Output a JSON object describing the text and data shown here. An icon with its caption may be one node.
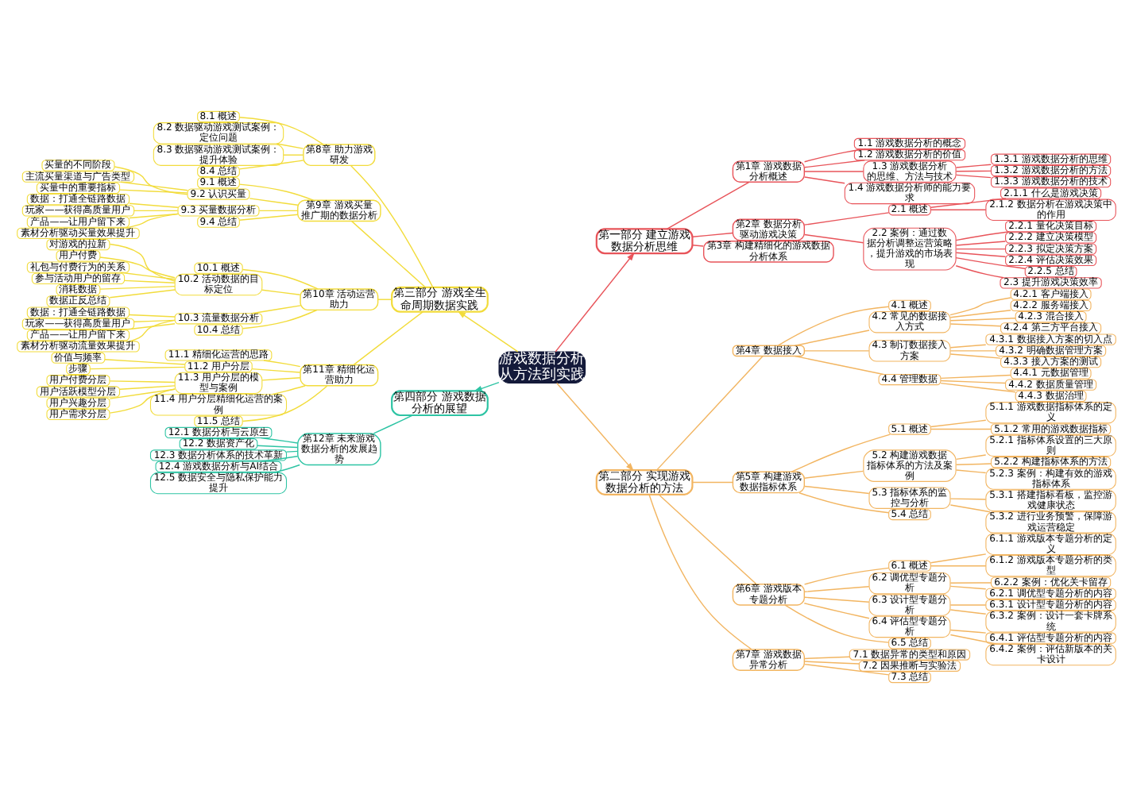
{
  "diagram": {
    "nodes": [
      {
        "text": [
          "游戏数据分析从方法到实践"
        ]
      },
      {
        "text": [
          "第一部分 建立游戏数据分析思维"
        ]
      },
      {
        "text": [
          "第1章 游戏数据分析概述"
        ]
      },
      {
        "text": [
          "1.1 游戏数据分析的概念"
        ]
      },
      {
        "text": [
          "1.2 游戏数据分析的价值"
        ]
      },
      {
        "text": [
          "1.3 游戏数据分析的思维、方法与技术"
        ]
      },
      {
        "text": [
          "1.3.1 游戏数据分析的思维"
        ]
      },
      {
        "text": [
          "1.3.2 游戏数据分析的方法"
        ]
      },
      {
        "text": [
          "1.3.3 游戏数据分析的技术"
        ]
      },
      {
        "text": [
          "1.4 游戏数据分析师的能力要求"
        ]
      },
      {
        "text": [
          "第2章 数据分析驱动游戏决策"
        ]
      },
      {
        "text": [
          "2.1 概述"
        ]
      },
      {
        "text": [
          "2.1.1 什么是游戏决策"
        ]
      },
      {
        "text": [
          "2.1.2 数据分析在游戏决策中的作用"
        ]
      },
      {
        "text": [
          "2.2 案例：通过数据分析调整运营策略，提升游戏的市场表现"
        ]
      },
      {
        "text": [
          "2.2.1 量化决策目标"
        ]
      },
      {
        "text": [
          "2.2.2 建立决策模型"
        ]
      },
      {
        "text": [
          "2.2.3 拟定决策方案"
        ]
      },
      {
        "text": [
          "2.2.4 评估决策效果"
        ]
      },
      {
        "text": [
          "2.2.5 总结"
        ]
      },
      {
        "text": [
          "2.3 提升游戏决策效率"
        ]
      },
      {
        "text": [
          "第3章 构建精细化的游戏数据分析体系"
        ]
      },
      {
        "text": [
          "第二部分 实现游戏数据分析的方法"
        ]
      },
      {
        "text": [
          "第4章 数据接入"
        ]
      },
      {
        "text": [
          "4.1 概述"
        ]
      },
      {
        "text": [
          "4.2 常见的数据接入方式"
        ]
      },
      {
        "text": [
          "4.2.1 客户端接入"
        ]
      },
      {
        "text": [
          "4.2.2 服务端接入"
        ]
      },
      {
        "text": [
          "4.2.3 混合接入"
        ]
      },
      {
        "text": [
          "4.2.4 第三方平台接入"
        ]
      },
      {
        "text": [
          "4.3 制订数据接入方案"
        ]
      },
      {
        "text": [
          "4.3.1 数据接入方案的切入点"
        ]
      },
      {
        "text": [
          "4.3.2 明确数据管理方案"
        ]
      },
      {
        "text": [
          "4.3.3 接入方案的测试"
        ]
      },
      {
        "text": [
          "4.4 管理数据"
        ]
      },
      {
        "text": [
          "4.4.1 元数据管理"
        ]
      },
      {
        "text": [
          "4.4.2 数据质量管理"
        ]
      },
      {
        "text": [
          "4.4.3 数据治理"
        ]
      },
      {
        "text": [
          "第5章 构建游戏数据指标体系"
        ]
      },
      {
        "text": [
          "5.1 概述"
        ]
      },
      {
        "text": [
          "5.1.1 游戏数据指标体系的定义"
        ]
      },
      {
        "text": [
          "5.1.2 常用的游戏数据指标"
        ]
      },
      {
        "text": [
          "5.2 构建游戏数据指标体系的方法及案例"
        ]
      },
      {
        "text": [
          "5.2.1 指标体系设置的三大原则"
        ]
      },
      {
        "text": [
          "5.2.2 构建指标体系的方法"
        ]
      },
      {
        "text": [
          "5.2.3 案例：构建有效的游戏指标体系"
        ]
      },
      {
        "text": [
          "5.3 指标体系的监控与分析"
        ]
      },
      {
        "text": [
          "5.3.1 搭建指标看板，监控游戏健康状态"
        ]
      },
      {
        "text": [
          "5.3.2 进行业务预警，保障游戏运营稳定"
        ]
      },
      {
        "text": [
          "5.4 总结"
        ]
      },
      {
        "text": [
          "第6章 游戏版本专题分析"
        ]
      },
      {
        "text": [
          "6.1 概述"
        ]
      },
      {
        "text": [
          "6.1.1 游戏版本专题分析的定义"
        ]
      },
      {
        "text": [
          "6.1.2 游戏版本专题分析的类型"
        ]
      },
      {
        "text": [
          "6.2 调优型专题分析"
        ]
      },
      {
        "text": [
          "6.2.2 案例：优化关卡留存"
        ]
      },
      {
        "text": [
          "6.2.1 调优型专题分析的内容"
        ]
      },
      {
        "text": [
          "6.3 设计型专题分析"
        ]
      },
      {
        "text": [
          "6.3.1 设计型专题分析的内容"
        ]
      },
      {
        "text": [
          "6.3.2 案例：设计一套卡牌系统"
        ]
      },
      {
        "text": [
          "6.4 评估型专题分析"
        ]
      },
      {
        "text": [
          "6.4.1 评估型专题分析的内容"
        ]
      },
      {
        "text": [
          "6.4.2 案例：评估新版本的关卡设计"
        ]
      },
      {
        "text": [
          "6.5 总结"
        ]
      },
      {
        "text": [
          "第7章 游戏数据异常分析"
        ]
      },
      {
        "text": [
          "7.1 数据异常的类型和原因"
        ]
      },
      {
        "text": [
          "7.2 因果推断与实验法"
        ]
      },
      {
        "text": [
          "7.3 总结"
        ]
      },
      {
        "text": [
          "第三部分 游戏全生命周期数据实践"
        ]
      },
      {
        "text": [
          "第8章 助力游戏研发"
        ]
      },
      {
        "text": [
          "8.1 概述"
        ]
      },
      {
        "text": [
          "8.2 数据驱动游戏测试案例：定位问题"
        ]
      },
      {
        "text": [
          "8.3 数据驱动游戏测试案例：提升体验"
        ]
      },
      {
        "text": [
          "8.4 总结"
        ]
      },
      {
        "text": [
          "第9章 游戏买量推广期的数据分析"
        ]
      },
      {
        "text": [
          "9.1 概述"
        ]
      },
      {
        "text": [
          "9.2 认识买量"
        ]
      },
      {
        "text": [
          "买量的不同阶段"
        ]
      },
      {
        "text": [
          "主流买量渠道与广告类型"
        ]
      },
      {
        "text": [
          "买量中的重要指标"
        ]
      },
      {
        "text": [
          "9.3 买量数据分析"
        ]
      },
      {
        "text": [
          "数据：打通全链路数据"
        ]
      },
      {
        "text": [
          "玩家——获得高质量用户"
        ]
      },
      {
        "text": [
          "产品——让用户留下来"
        ]
      },
      {
        "text": [
          "素材分析驱动买量效果提升"
        ]
      },
      {
        "text": [
          "9.4 总结"
        ]
      },
      {
        "text": [
          "第10章 活动运营助力"
        ]
      },
      {
        "text": [
          "10.1 概述"
        ]
      },
      {
        "text": [
          "10.2 活动数据的目标定位"
        ]
      },
      {
        "text": [
          "对游戏的拉新"
        ]
      },
      {
        "text": [
          "用户付费"
        ]
      },
      {
        "text": [
          "礼包与付费行为的关系"
        ]
      },
      {
        "text": [
          "参与活动用户的留存"
        ]
      },
      {
        "text": [
          "消耗数据"
        ]
      },
      {
        "text": [
          "数据正反总结"
        ]
      },
      {
        "text": [
          "10.3 流量数据分析"
        ]
      },
      {
        "text": [
          "数据：打通全链路数据"
        ]
      },
      {
        "text": [
          "玩家——获得高质量用户"
        ]
      },
      {
        "text": [
          "产品——让用户留下来"
        ]
      },
      {
        "text": [
          "素材分析驱动流量效果提升"
        ]
      },
      {
        "text": [
          "10.4 总结"
        ]
      },
      {
        "text": [
          "第11章 精细化运营助力"
        ]
      },
      {
        "text": [
          "11.1 精细化运营的思路"
        ]
      },
      {
        "text": [
          "11.2 用户分层"
        ]
      },
      {
        "text": [
          "价值与频率"
        ]
      },
      {
        "text": [
          "步骤"
        ]
      },
      {
        "text": [
          "11.3 用户分层的模型与案例"
        ]
      },
      {
        "text": [
          "用户付费分层"
        ]
      },
      {
        "text": [
          "用户活跃模型分层"
        ]
      },
      {
        "text": [
          "用户兴趣分层"
        ]
      },
      {
        "text": [
          "用户需求分层"
        ]
      },
      {
        "text": [
          "11.4 用户分层精细化运营的案例"
        ]
      },
      {
        "text": [
          "11.5 总结"
        ]
      },
      {
        "text": [
          "第四部分 游戏数据分析的展望"
        ]
      },
      {
        "text": [
          "第12章 未来游戏数据分析的发展趋势"
        ]
      },
      {
        "text": [
          "12.1 数据分析与云原生"
        ]
      },
      {
        "text": [
          "12.2 数据资产化"
        ]
      },
      {
        "text": [
          "12.3 数据分析体系的技术革新"
        ]
      },
      {
        "text": [
          "12.4 游戏数据分析与AI结合"
        ]
      },
      {
        "text": [
          "12.5 数据安全与隐私保护能力提升"
        ]
      }
    ],
    "edges": [
      {
        "from": 0,
        "to": 1,
        "arrow": "to",
        "color": "#e8545a"
      },
      {
        "from": 1,
        "to": 2,
        "arrow": "none",
        "color": "#e8545a"
      },
      {
        "from": 2,
        "to": 3,
        "arrow": "none",
        "color": "#e8545a"
      },
      {
        "from": 2,
        "to": 4,
        "arrow": "none",
        "color": "#e8545a"
      },
      {
        "from": 2,
        "to": 5,
        "arrow": "none",
        "color": "#e8545a"
      },
      {
        "from": 5,
        "to": 6,
        "arrow": "none",
        "color": "#e8545a"
      },
      {
        "from": 5,
        "to": 7,
        "arrow": "none",
        "color": "#e8545a"
      },
      {
        "from": 5,
        "to": 8,
        "arrow": "none",
        "color": "#e8545a"
      },
      {
        "from": 2,
        "to": 9,
        "arrow": "none",
        "color": "#e8545a"
      },
      {
        "from": 1,
        "to": 10,
        "arrow": "none",
        "color": "#e8545a"
      },
      {
        "from": 10,
        "to": 11,
        "arrow": "none",
        "color": "#e8545a"
      },
      {
        "from": 11,
        "to": 12,
        "arrow": "none",
        "color": "#e8545a"
      },
      {
        "from": 11,
        "to": 13,
        "arrow": "none",
        "color": "#e8545a"
      },
      {
        "from": 10,
        "to": 14,
        "arrow": "none",
        "color": "#e8545a"
      },
      {
        "from": 14,
        "to": 15,
        "arrow": "none",
        "color": "#e8545a"
      },
      {
        "from": 14,
        "to": 16,
        "arrow": "none",
        "color": "#e8545a"
      },
      {
        "from": 14,
        "to": 17,
        "arrow": "none",
        "color": "#e8545a"
      },
      {
        "from": 14,
        "to": 18,
        "arrow": "none",
        "color": "#e8545a"
      },
      {
        "from": 14,
        "to": 19,
        "arrow": "none",
        "color": "#e8545a"
      },
      {
        "from": 14,
        "to": 20,
        "arrow": "none",
        "color": "#e8545a"
      },
      {
        "from": 1,
        "to": 21,
        "arrow": "none",
        "color": "#e8545a"
      },
      {
        "from": 0,
        "to": 22,
        "arrow": "to",
        "color": "#f2b561"
      },
      {
        "from": 22,
        "to": 23,
        "arrow": "none",
        "color": "#f2b561"
      },
      {
        "from": 23,
        "to": 24,
        "arrow": "none",
        "color": "#f2b561"
      },
      {
        "from": 23,
        "to": 25,
        "arrow": "none",
        "color": "#f2b561"
      },
      {
        "from": 25,
        "to": 26,
        "arrow": "none",
        "color": "#f2b561"
      },
      {
        "from": 25,
        "to": 27,
        "arrow": "none",
        "color": "#f2b561"
      },
      {
        "from": 25,
        "to": 28,
        "arrow": "none",
        "color": "#f2b561"
      },
      {
        "from": 25,
        "to": 29,
        "arrow": "none",
        "color": "#f2b561"
      },
      {
        "from": 23,
        "to": 30,
        "arrow": "none",
        "color": "#f2b561"
      },
      {
        "from": 30,
        "to": 31,
        "arrow": "none",
        "color": "#f2b561"
      },
      {
        "from": 30,
        "to": 32,
        "arrow": "none",
        "color": "#f2b561"
      },
      {
        "from": 30,
        "to": 33,
        "arrow": "none",
        "color": "#f2b561"
      },
      {
        "from": 23,
        "to": 34,
        "arrow": "none",
        "color": "#f2b561"
      },
      {
        "from": 34,
        "to": 35,
        "arrow": "none",
        "color": "#f2b561"
      },
      {
        "from": 34,
        "to": 36,
        "arrow": "none",
        "color": "#f2b561"
      },
      {
        "from": 34,
        "to": 37,
        "arrow": "none",
        "color": "#f2b561"
      },
      {
        "from": 22,
        "to": 38,
        "arrow": "none",
        "color": "#f2b561"
      },
      {
        "from": 38,
        "to": 39,
        "arrow": "none",
        "color": "#f2b561"
      },
      {
        "from": 39,
        "to": 40,
        "arrow": "none",
        "color": "#f2b561"
      },
      {
        "from": 39,
        "to": 41,
        "arrow": "none",
        "color": "#f2b561"
      },
      {
        "from": 38,
        "to": 42,
        "arrow": "none",
        "color": "#f2b561"
      },
      {
        "from": 42,
        "to": 43,
        "arrow": "none",
        "color": "#f2b561"
      },
      {
        "from": 42,
        "to": 44,
        "arrow": "none",
        "color": "#f2b561"
      },
      {
        "from": 42,
        "to": 45,
        "arrow": "none",
        "color": "#f2b561"
      },
      {
        "from": 38,
        "to": 46,
        "arrow": "none",
        "color": "#f2b561"
      },
      {
        "from": 46,
        "to": 47,
        "arrow": "none",
        "color": "#f2b561"
      },
      {
        "from": 46,
        "to": 48,
        "arrow": "none",
        "color": "#f2b561"
      },
      {
        "from": 38,
        "to": 49,
        "arrow": "none",
        "color": "#f2b561"
      },
      {
        "from": 22,
        "to": 50,
        "arrow": "none",
        "color": "#f2b561"
      },
      {
        "from": 50,
        "to": 51,
        "arrow": "none",
        "color": "#f2b561"
      },
      {
        "from": 51,
        "to": 52,
        "arrow": "none",
        "color": "#f2b561"
      },
      {
        "from": 51,
        "to": 53,
        "arrow": "none",
        "color": "#f2b561"
      },
      {
        "from": 50,
        "to": 54,
        "arrow": "none",
        "color": "#f2b561"
      },
      {
        "from": 54,
        "to": 55,
        "arrow": "none",
        "color": "#f2b561"
      },
      {
        "from": 54,
        "to": 56,
        "arrow": "none",
        "color": "#f2b561"
      },
      {
        "from": 50,
        "to": 57,
        "arrow": "none",
        "color": "#f2b561"
      },
      {
        "from": 57,
        "to": 58,
        "arrow": "none",
        "color": "#f2b561"
      },
      {
        "from": 57,
        "to": 59,
        "arrow": "none",
        "color": "#f2b561"
      },
      {
        "from": 50,
        "to": 60,
        "arrow": "none",
        "color": "#f2b561"
      },
      {
        "from": 60,
        "to": 61,
        "arrow": "none",
        "color": "#f2b561"
      },
      {
        "from": 60,
        "to": 62,
        "arrow": "none",
        "color": "#f2b561"
      },
      {
        "from": 50,
        "to": 63,
        "arrow": "none",
        "color": "#f2b561"
      },
      {
        "from": 22,
        "to": 64,
        "arrow": "none",
        "color": "#f2b561"
      },
      {
        "from": 64,
        "to": 65,
        "arrow": "none",
        "color": "#f2b561"
      },
      {
        "from": 64,
        "to": 66,
        "arrow": "none",
        "color": "#f2b561"
      },
      {
        "from": 64,
        "to": 67,
        "arrow": "none",
        "color": "#f2b561"
      },
      {
        "from": 0,
        "to": 68,
        "arrow": "to",
        "color": "#f2dc3c"
      },
      {
        "from": 68,
        "to": 69,
        "arrow": "none",
        "color": "#f2dc3c"
      },
      {
        "from": 69,
        "to": 70,
        "arrow": "none",
        "color": "#f2dc3c"
      },
      {
        "from": 69,
        "to": 71,
        "arrow": "none",
        "color": "#f2dc3c"
      },
      {
        "from": 69,
        "to": 72,
        "arrow": "none",
        "color": "#f2dc3c"
      },
      {
        "from": 69,
        "to": 73,
        "arrow": "none",
        "color": "#f2dc3c"
      },
      {
        "from": 68,
        "to": 74,
        "arrow": "none",
        "color": "#f2dc3c"
      },
      {
        "from": 74,
        "to": 75,
        "arrow": "none",
        "color": "#f2dc3c"
      },
      {
        "from": 74,
        "to": 76,
        "arrow": "none",
        "color": "#f2dc3c"
      },
      {
        "from": 76,
        "to": 77,
        "arrow": "none",
        "color": "#f2dc3c"
      },
      {
        "from": 76,
        "to": 78,
        "arrow": "none",
        "color": "#f2dc3c"
      },
      {
        "from": 76,
        "to": 79,
        "arrow": "none",
        "color": "#f2dc3c"
      },
      {
        "from": 74,
        "to": 80,
        "arrow": "none",
        "color": "#f2dc3c"
      },
      {
        "from": 80,
        "to": 81,
        "arrow": "none",
        "color": "#f2dc3c"
      },
      {
        "from": 80,
        "to": 82,
        "arrow": "none",
        "color": "#f2dc3c"
      },
      {
        "from": 80,
        "to": 83,
        "arrow": "none",
        "color": "#f2dc3c"
      },
      {
        "from": 80,
        "to": 84,
        "arrow": "none",
        "color": "#f2dc3c"
      },
      {
        "from": 74,
        "to": 85,
        "arrow": "none",
        "color": "#f2dc3c"
      },
      {
        "from": 68,
        "to": 86,
        "arrow": "none",
        "color": "#f2dc3c"
      },
      {
        "from": 86,
        "to": 87,
        "arrow": "none",
        "color": "#f2dc3c"
      },
      {
        "from": 86,
        "to": 88,
        "arrow": "none",
        "color": "#f2dc3c"
      },
      {
        "from": 88,
        "to": 89,
        "arrow": "none",
        "color": "#f2dc3c"
      },
      {
        "from": 88,
        "to": 90,
        "arrow": "none",
        "color": "#f2dc3c"
      },
      {
        "from": 88,
        "to": 91,
        "arrow": "none",
        "color": "#f2dc3c"
      },
      {
        "from": 88,
        "to": 92,
        "arrow": "none",
        "color": "#f2dc3c"
      },
      {
        "from": 88,
        "to": 93,
        "arrow": "none",
        "color": "#f2dc3c"
      },
      {
        "from": 88,
        "to": 94,
        "arrow": "none",
        "color": "#f2dc3c"
      },
      {
        "from": 86,
        "to": 95,
        "arrow": "none",
        "color": "#f2dc3c"
      },
      {
        "from": 95,
        "to": 96,
        "arrow": "none",
        "color": "#f2dc3c"
      },
      {
        "from": 95,
        "to": 97,
        "arrow": "none",
        "color": "#f2dc3c"
      },
      {
        "from": 95,
        "to": 98,
        "arrow": "none",
        "color": "#f2dc3c"
      },
      {
        "from": 95,
        "to": 99,
        "arrow": "none",
        "color": "#f2dc3c"
      },
      {
        "from": 86,
        "to": 100,
        "arrow": "none",
        "color": "#f2dc3c"
      },
      {
        "from": 68,
        "to": 101,
        "arrow": "none",
        "color": "#f2dc3c"
      },
      {
        "from": 101,
        "to": 102,
        "arrow": "none",
        "color": "#f2dc3c"
      },
      {
        "from": 101,
        "to": 103,
        "arrow": "none",
        "color": "#f2dc3c"
      },
      {
        "from": 103,
        "to": 104,
        "arrow": "none",
        "color": "#f2dc3c"
      },
      {
        "from": 103,
        "to": 105,
        "arrow": "none",
        "color": "#f2dc3c"
      },
      {
        "from": 101,
        "to": 106,
        "arrow": "none",
        "color": "#f2dc3c"
      },
      {
        "from": 106,
        "to": 107,
        "arrow": "none",
        "color": "#f2dc3c"
      },
      {
        "from": 106,
        "to": 108,
        "arrow": "none",
        "color": "#f2dc3c"
      },
      {
        "from": 106,
        "to": 109,
        "arrow": "none",
        "color": "#f2dc3c"
      },
      {
        "from": 106,
        "to": 110,
        "arrow": "none",
        "color": "#f2dc3c"
      },
      {
        "from": 101,
        "to": 111,
        "arrow": "none",
        "color": "#f2dc3c"
      },
      {
        "from": 101,
        "to": 112,
        "arrow": "none",
        "color": "#f2dc3c"
      },
      {
        "from": 0,
        "to": 113,
        "arrow": "to",
        "color": "#2ec4a4"
      },
      {
        "from": 113,
        "to": 114,
        "arrow": "none",
        "color": "#2ec4a4"
      },
      {
        "from": 114,
        "to": 115,
        "arrow": "none",
        "color": "#2ec4a4"
      },
      {
        "from": 114,
        "to": 116,
        "arrow": "none",
        "color": "#2ec4a4"
      },
      {
        "from": 114,
        "to": 117,
        "arrow": "none",
        "color": "#2ec4a4"
      },
      {
        "from": 114,
        "to": 118,
        "arrow": "none",
        "color": "#2ec4a4"
      },
      {
        "from": 114,
        "to": 119,
        "arrow": "none",
        "color": "#2ec4a4"
      }
    ]
  }
}
